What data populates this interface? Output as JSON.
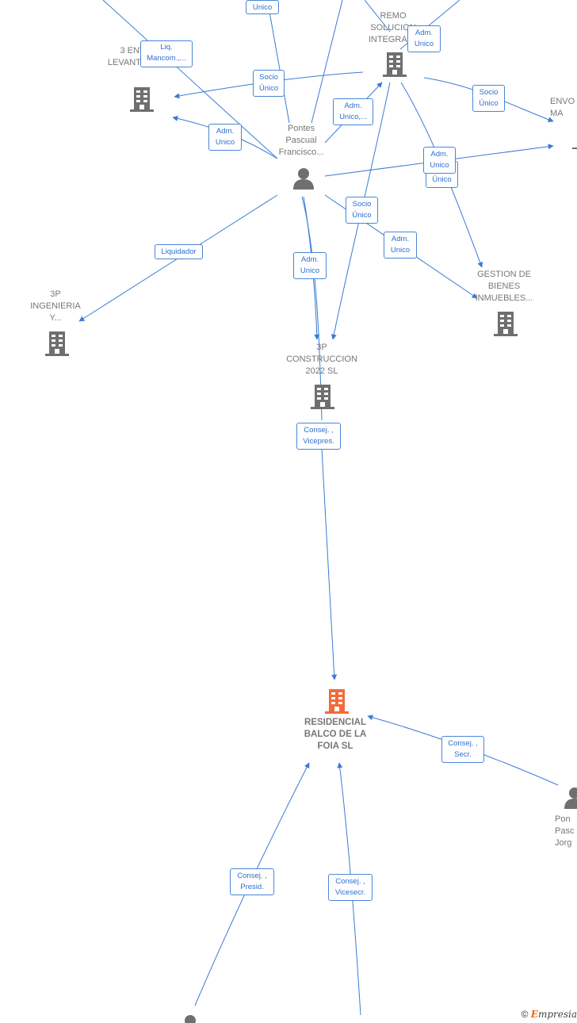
{
  "nodes": {
    "remo": "REMO SOLUCION INTEGRALE",
    "envolvente_levante": "3 ENVOLV LEVANTE CV SL",
    "envolvente_right": "ENVO MA",
    "pontes_francisco": "Pontes Pascual Francisco...",
    "ingenieria": "3P INGENIERIA Y...",
    "gestion": "GESTION DE BIENES INMUEBLES...",
    "construccion": "3P CONSTRUCCION 2022 SL",
    "residencial": "RESIDENCIAL BALCO DE LA FOIA SL",
    "pontes_jorge": "Pon Pasc Jorg"
  },
  "edges": {
    "top_unico": "Unico",
    "liq_mancom": "Liq. Mancom.,...",
    "socio_unico_left": "Socio Único",
    "adm_unico_remo": "Adm. Unico",
    "adm_unico_dots": "Adm. Unico,...",
    "socio_unico_right": "Socio Único",
    "adm_unico_left": "Adm. Unico",
    "adm_unico_mid": "Adm. Unico",
    "unico_back": "Único",
    "socio_unico_center": "Socio Único",
    "adm_unico_gestion": "Adm. Unico",
    "liquidador": "Liquidador",
    "adm_unico_constr": "Adm. Unico",
    "consej_vicepres": "Consej. , Vicepres.",
    "consej_secr": "Consej. , Secr.",
    "consej_presid": "Consej. , Presid.",
    "consej_vicesecr": "Consej. , Vicesecr."
  },
  "footer": {
    "copyright": "©",
    "brand_initial": "E",
    "brand_rest": "mpresia"
  },
  "colors": {
    "edge": "#3a7bd5",
    "building": "#6f6f6f",
    "main_building": "#f26b3a",
    "person": "#6f6f6f"
  }
}
